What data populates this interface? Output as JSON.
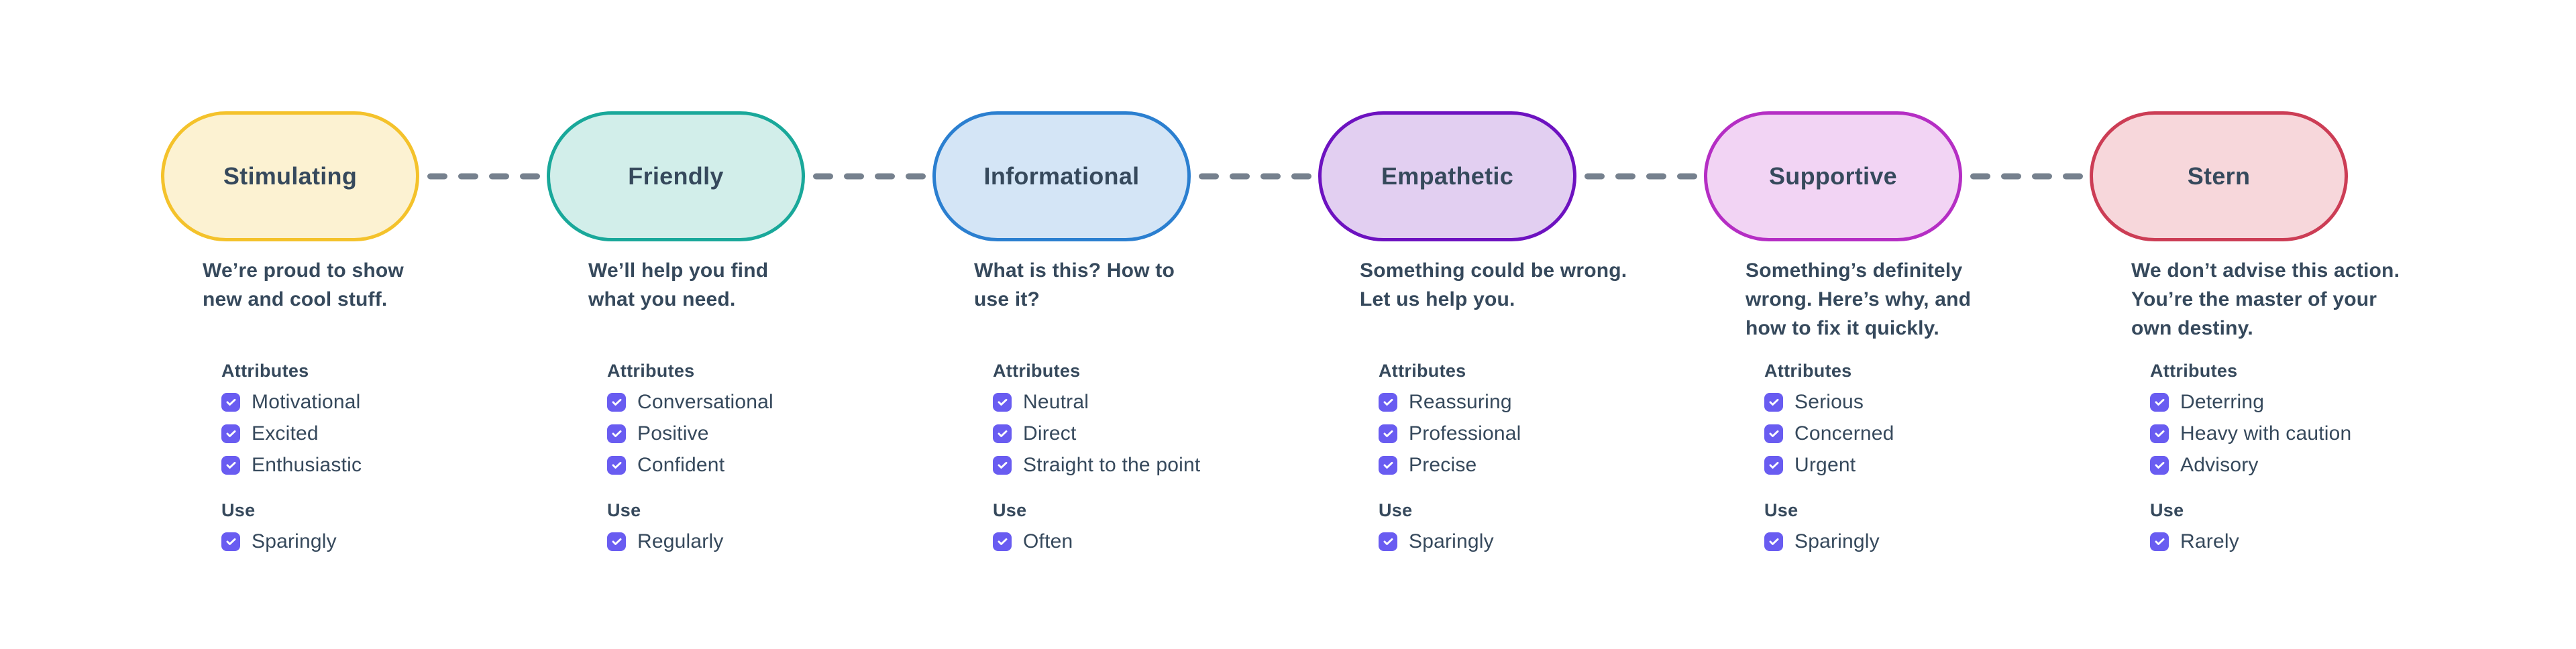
{
  "palette": {
    "background": "#FFFFFF",
    "text": "#36495C",
    "checkbox_fill": "#695CF1",
    "checkmark": "#FFFFFF",
    "dash": "#76818E"
  },
  "labels": {
    "attributes": "Attributes",
    "use": "Use"
  },
  "tones": [
    {
      "name": "Stimulating",
      "border": "#F4C22B",
      "fill": "#FCF2D2",
      "description": "We’re proud to show\nnew and cool stuff.",
      "attributes": [
        "Motivational",
        "Excited",
        "Enthusiastic"
      ],
      "use": "Sparingly"
    },
    {
      "name": "Friendly",
      "border": "#19A89A",
      "fill": "#D2EEEA",
      "description": "We’ll help you find\nwhat you need.",
      "attributes": [
        "Conversational",
        "Positive",
        "Confident"
      ],
      "use": "Regularly"
    },
    {
      "name": "Informational",
      "border": "#2B7FD0",
      "fill": "#D4E5F6",
      "description": "What is this? How to\nuse it?",
      "attributes": [
        "Neutral",
        "Direct",
        "Straight to the point"
      ],
      "use": "Often"
    },
    {
      "name": "Empathetic",
      "border": "#6D12C0",
      "fill": "#E2CFF1",
      "description": "Something could be wrong.\nLet us help you.",
      "attributes": [
        "Reassuring",
        "Professional",
        "Precise"
      ],
      "use": "Sparingly"
    },
    {
      "name": "Supportive",
      "border": "#B52EC4",
      "fill": "#F2D4F4",
      "description": "Something’s definitely\nwrong. Here’s why, and\nhow to fix it quickly.",
      "attributes": [
        "Serious",
        "Concerned",
        "Urgent"
      ],
      "use": "Sparingly"
    },
    {
      "name": "Stern",
      "border": "#CC3D55",
      "fill": "#F7D7DB",
      "description": "We don’t advise this action.\nYou’re the master of your\nown destiny.",
      "attributes": [
        "Deterring",
        "Heavy with caution",
        "Advisory"
      ],
      "use": "Rarely"
    }
  ]
}
